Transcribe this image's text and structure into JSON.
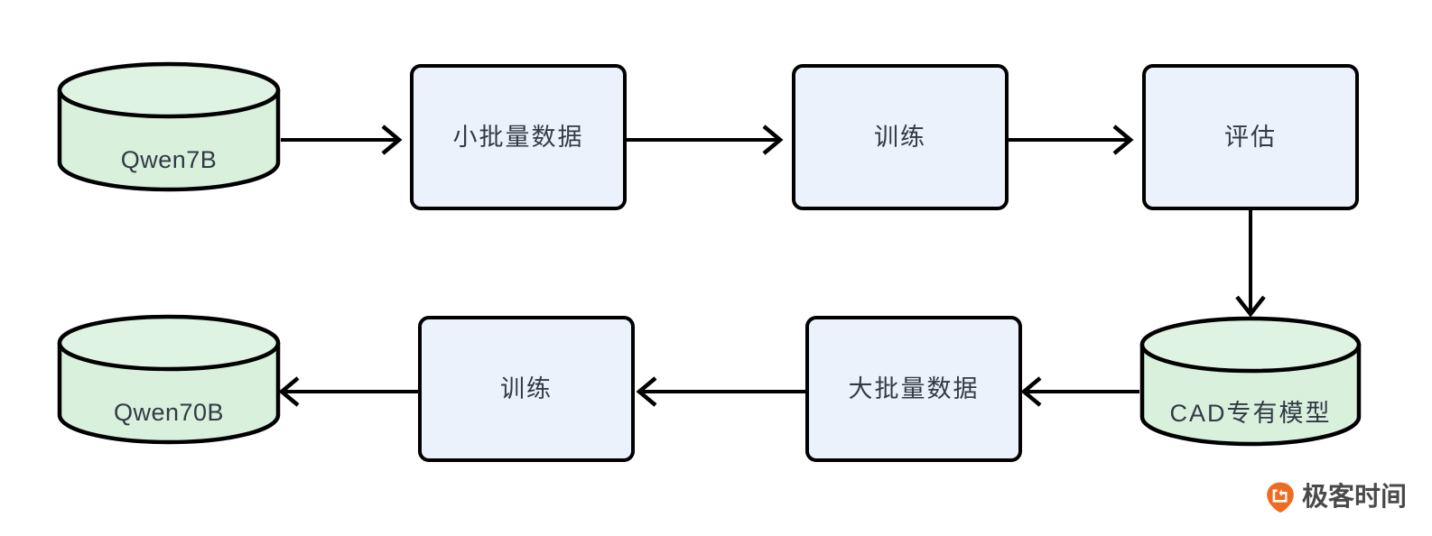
{
  "diagram": {
    "title": "CAD model training pipeline flowchart",
    "background": "#ffffff",
    "colors": {
      "cylinder_fill": "#D8F0DC",
      "cylinder_top_fill": "#DFF3E3",
      "process_fill": "#ECF2FC",
      "stroke": "#000000",
      "text": "#333a45",
      "watermark_logo": "#EE6B22",
      "watermark_text": "#4a4a4a"
    },
    "nodes": [
      {
        "id": "qwen7b",
        "label": "Qwen7B",
        "shape": "cylinder",
        "row": "top",
        "order": 1
      },
      {
        "id": "small_data",
        "label": "小批量数据",
        "shape": "process",
        "row": "top",
        "order": 2
      },
      {
        "id": "train_top",
        "label": "训练",
        "shape": "process",
        "row": "top",
        "order": 3
      },
      {
        "id": "evaluate",
        "label": "评估",
        "shape": "process",
        "row": "top",
        "order": 4
      },
      {
        "id": "cad_model",
        "label": "CAD专有模型",
        "shape": "cylinder",
        "row": "bottom",
        "order": 5
      },
      {
        "id": "big_data",
        "label": "大批量数据",
        "shape": "process",
        "row": "bottom",
        "order": 6
      },
      {
        "id": "train_bot",
        "label": "训练",
        "shape": "process",
        "row": "bottom",
        "order": 7
      },
      {
        "id": "qwen70b",
        "label": "Qwen70B",
        "shape": "cylinder",
        "row": "bottom",
        "order": 8
      }
    ],
    "edges": [
      {
        "id": "e1",
        "from": "qwen7b",
        "to": "small_data",
        "direction": "right"
      },
      {
        "id": "e2",
        "from": "small_data",
        "to": "train_top",
        "direction": "right"
      },
      {
        "id": "e3",
        "from": "train_top",
        "to": "evaluate",
        "direction": "right"
      },
      {
        "id": "e4",
        "from": "evaluate",
        "to": "cad_model",
        "direction": "down"
      },
      {
        "id": "e5",
        "from": "cad_model",
        "to": "big_data",
        "direction": "left"
      },
      {
        "id": "e6",
        "from": "big_data",
        "to": "train_bot",
        "direction": "left"
      },
      {
        "id": "e7",
        "from": "train_bot",
        "to": "qwen70b",
        "direction": "left"
      }
    ]
  },
  "watermark": {
    "text": "极客时间",
    "logo_icon": "geektime-logo-icon"
  }
}
